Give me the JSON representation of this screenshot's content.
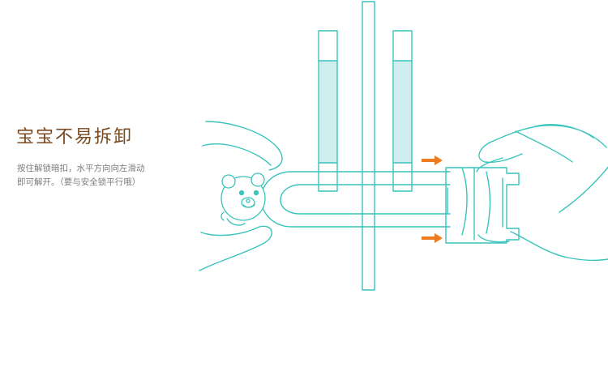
{
  "heading": "宝宝不易拆卸",
  "description": {
    "line1": "按住解锁暗扣，水平方向向左滑动",
    "line2": "即可解开。（要与安全锁平行哦）"
  },
  "colors": {
    "line": "#39c4bb",
    "glass": "#cfecee",
    "arrow": "#f07a1e",
    "heading": "#7a4b22",
    "body_text": "#7d7d7d"
  },
  "illustration": {
    "subject": "child safety lock sliding unlock",
    "icons": [
      "bear-icon",
      "hand-left-icon",
      "hand-right-icon",
      "arrow-right-icon",
      "arrow-right-icon"
    ]
  }
}
